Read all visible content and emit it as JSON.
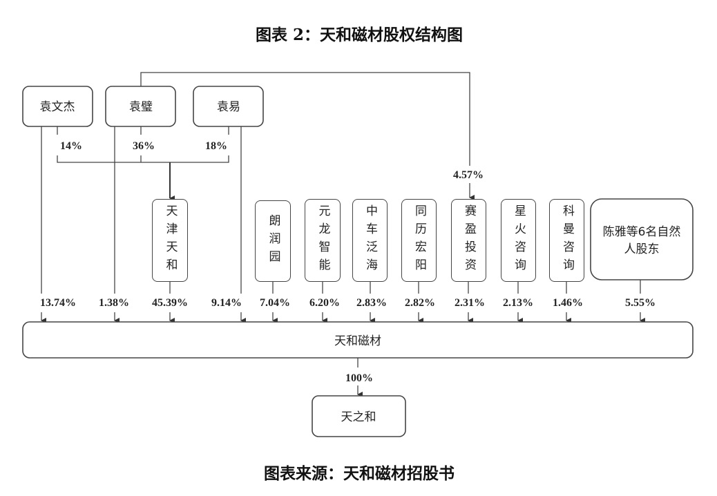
{
  "title": "图表 2：天和磁材股权结构图",
  "source": "图表来源：天和磁材招股书",
  "top_holders": [
    {
      "name": "袁文杰",
      "to_tianjin": "14%",
      "to_company": "13.74%"
    },
    {
      "name": "袁璧",
      "to_tianjin": "36%",
      "to_company": "1.38%",
      "to_saiying": "4.57%"
    },
    {
      "name": "袁易",
      "to_tianjin": "18%",
      "to_company": "9.14%"
    }
  ],
  "shareholders": [
    {
      "name": "天津天和",
      "pct": "45.39%"
    },
    {
      "name": "朗润园",
      "pct": "7.04%"
    },
    {
      "name": "元龙智能",
      "pct": "6.20%"
    },
    {
      "name": "中车泛海",
      "pct": "2.83%"
    },
    {
      "name": "同历宏阳",
      "pct": "2.82%"
    },
    {
      "name": "赛盈投资",
      "pct": "2.31%"
    },
    {
      "name": "星火咨询",
      "pct": "2.13%"
    },
    {
      "name": "科曼咨询",
      "pct": "1.46%"
    },
    {
      "name": "陈雅等6名自然人股东",
      "name_line1": "陈雅等6名自然",
      "name_line2": "人股东",
      "pct": "5.55%"
    }
  ],
  "company": {
    "name": "天和磁材"
  },
  "subsidiary": {
    "name": "天之和",
    "pct": "100%"
  }
}
